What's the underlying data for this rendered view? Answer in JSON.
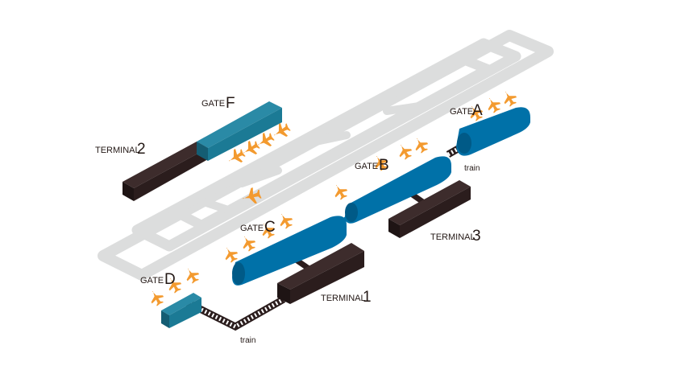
{
  "colors": {
    "runway": "#dcdddd",
    "terminal": "#2b1d1d",
    "gate_blue": "#0071a8",
    "gate_teal": "#1b7a95",
    "plane": "#f39a2f",
    "text": "#231815"
  },
  "gates": {
    "a": {
      "word": "GATE",
      "letter": "A"
    },
    "b": {
      "word": "GATE",
      "letter": "B"
    },
    "c": {
      "word": "GATE",
      "letter": "C"
    },
    "d": {
      "word": "GATE",
      "letter": "D"
    },
    "f": {
      "word": "GATE",
      "letter": "F"
    }
  },
  "terminals": {
    "t1": {
      "word": "TERMINAL",
      "number": "1"
    },
    "t2": {
      "word": "TERMINAL",
      "number": "2"
    },
    "t3": {
      "word": "TERMINAL",
      "number": "3"
    }
  },
  "train_labels": {
    "upper": "train",
    "lower": "train"
  },
  "icons": {
    "plane": "airplane-icon"
  }
}
